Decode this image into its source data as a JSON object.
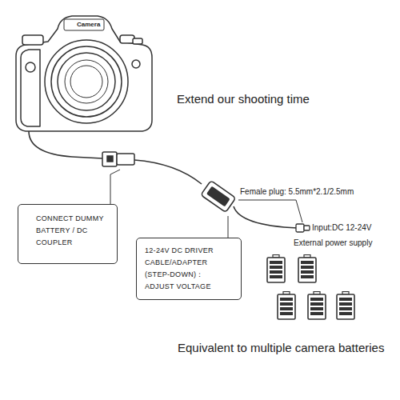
{
  "diagram": {
    "title": "Extend our shooting time",
    "caption": "Equivalent to multiple camera batteries",
    "nodes": [
      {
        "text": [
          "CONNECT DUMMY BATTERY / DC COUPLER"
        ]
      },
      {
        "text": [
          "12-24V DC DRIVER CABLE/ADAPTER (STEP-DOWN)： ADJUST VOLTAGE"
        ]
      }
    ],
    "labels": [
      "Camera",
      "Female plug: 5.5mm*2.1/2.5mm",
      "Input:DC 12-24V",
      "External power supply"
    ]
  }
}
